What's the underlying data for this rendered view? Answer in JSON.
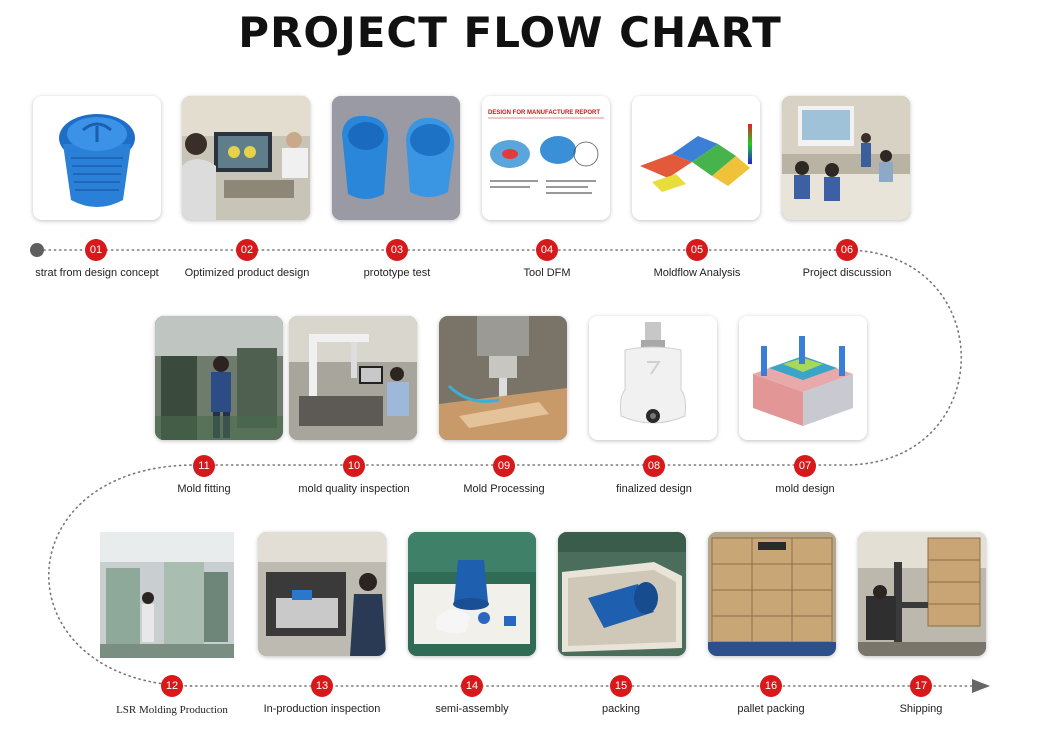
{
  "title": "PROJECT FLOW CHART",
  "steps": [
    {
      "num": "01",
      "label": "strat from design concept",
      "icon": "blue-cup-icon"
    },
    {
      "num": "02",
      "label": "Optimized product design",
      "icon": "design-office-photo"
    },
    {
      "num": "03",
      "label": "prototype test",
      "icon": "prototype-parts-photo"
    },
    {
      "num": "04",
      "label": "Tool DFM",
      "icon": "dfm-report-image",
      "doc_title": "DESIGN FOR MANUFACTURE REPORT"
    },
    {
      "num": "05",
      "label": "Moldflow Analysis",
      "icon": "moldflow-image"
    },
    {
      "num": "06",
      "label": "Project discussion",
      "icon": "meeting-photo"
    },
    {
      "num": "07",
      "label": "mold design",
      "icon": "mold-3d-image"
    },
    {
      "num": "08",
      "label": "finalized design",
      "icon": "white-product-image"
    },
    {
      "num": "09",
      "label": "Mold Processing",
      "icon": "cnc-machining-photo"
    },
    {
      "num": "10",
      "label": "mold quality inspection",
      "icon": "cmm-inspection-photo"
    },
    {
      "num": "11",
      "label": "Mold fitting",
      "icon": "workshop-photo"
    },
    {
      "num": "12",
      "label": "LSR Molding Production",
      "icon": "molding-machine-photo"
    },
    {
      "num": "13",
      "label": "In-production inspection",
      "icon": "inspection-station-photo"
    },
    {
      "num": "14",
      "label": "semi-assembly",
      "icon": "assembly-photo"
    },
    {
      "num": "15",
      "label": "packing",
      "icon": "packing-box-photo"
    },
    {
      "num": "16",
      "label": "pallet packing",
      "icon": "pallet-cartons-photo"
    },
    {
      "num": "17",
      "label": "Shipping",
      "icon": "forklift-photo"
    }
  ]
}
